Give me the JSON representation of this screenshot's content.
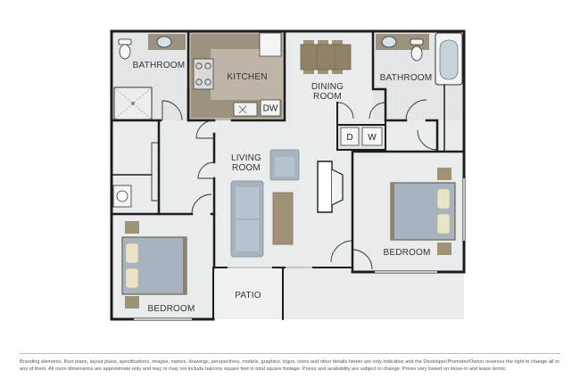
{
  "colors": {
    "wall": "#1c1c1c",
    "floor_main": "#e9ecec",
    "floor_wet": "#e3e6e6",
    "kitchen_floor": "#bdb5a8",
    "counter": "#9c927f",
    "furniture_fabric": "#a7b4c0",
    "pillow": "#e9e3c7",
    "wood": "#a09277",
    "tub": "#c6d3d9"
  },
  "rooms": {
    "bathroom_left": "BATHROOM",
    "kitchen": "KITCHEN",
    "dining": "DINING\nROOM",
    "bathroom_right": "BATHROOM",
    "living": "LIVING\nROOM",
    "bedroom_right": "BEDROOM",
    "patio": "PATIO",
    "bedroom_left": "BEDROOM"
  },
  "appliances": {
    "dishwasher": "DW",
    "dryer": "D",
    "washer": "W"
  },
  "disclaimer": "Branding elements, floor plans, layout plans, specifications, images, names, drawings, perspectives, models, graphics, logos, icons and other details herein are only indicative and the Developer/Promoter/Owner reserves the right to change all or any of them. All room dimensions are approximate only and may or may not include balcony square feet in total square footage. Prices and availability are subject to change. Prices vary based on move-in and lease terms."
}
